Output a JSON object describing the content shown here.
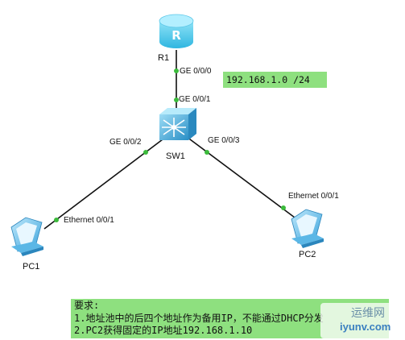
{
  "devices": {
    "router": {
      "name": "R1",
      "icon": "router-icon",
      "color": "#5fd0ef"
    },
    "switch": {
      "name": "SW1",
      "icon": "switch-icon",
      "color": "#4aa9d6"
    },
    "pc1": {
      "name": "PC1",
      "icon": "pc-icon"
    },
    "pc2": {
      "name": "PC2",
      "icon": "pc-icon"
    }
  },
  "links": {
    "r1_port": "GE 0/0/0",
    "sw1_up_port": "GE 0/0/1",
    "sw1_pc1_port": "GE 0/0/2",
    "sw1_pc2_port": "GE 0/0/3",
    "pc1_port": "Ethernet 0/0/1",
    "pc2_port": "Ethernet 0/0/1"
  },
  "network": "192.168.1.0 /24",
  "requirements": {
    "title": "要求:",
    "lines": [
      "1.地址池中的后四个地址作为备用IP，不能通过DHCP分发",
      "2.PC2获得固定的IP地址192.168.1.10"
    ]
  },
  "watermark": {
    "cn": "运维网",
    "en": "iyunv.com"
  },
  "colors": {
    "link_dot": "#3bbb3b",
    "label_bg": "#8ee07f"
  }
}
